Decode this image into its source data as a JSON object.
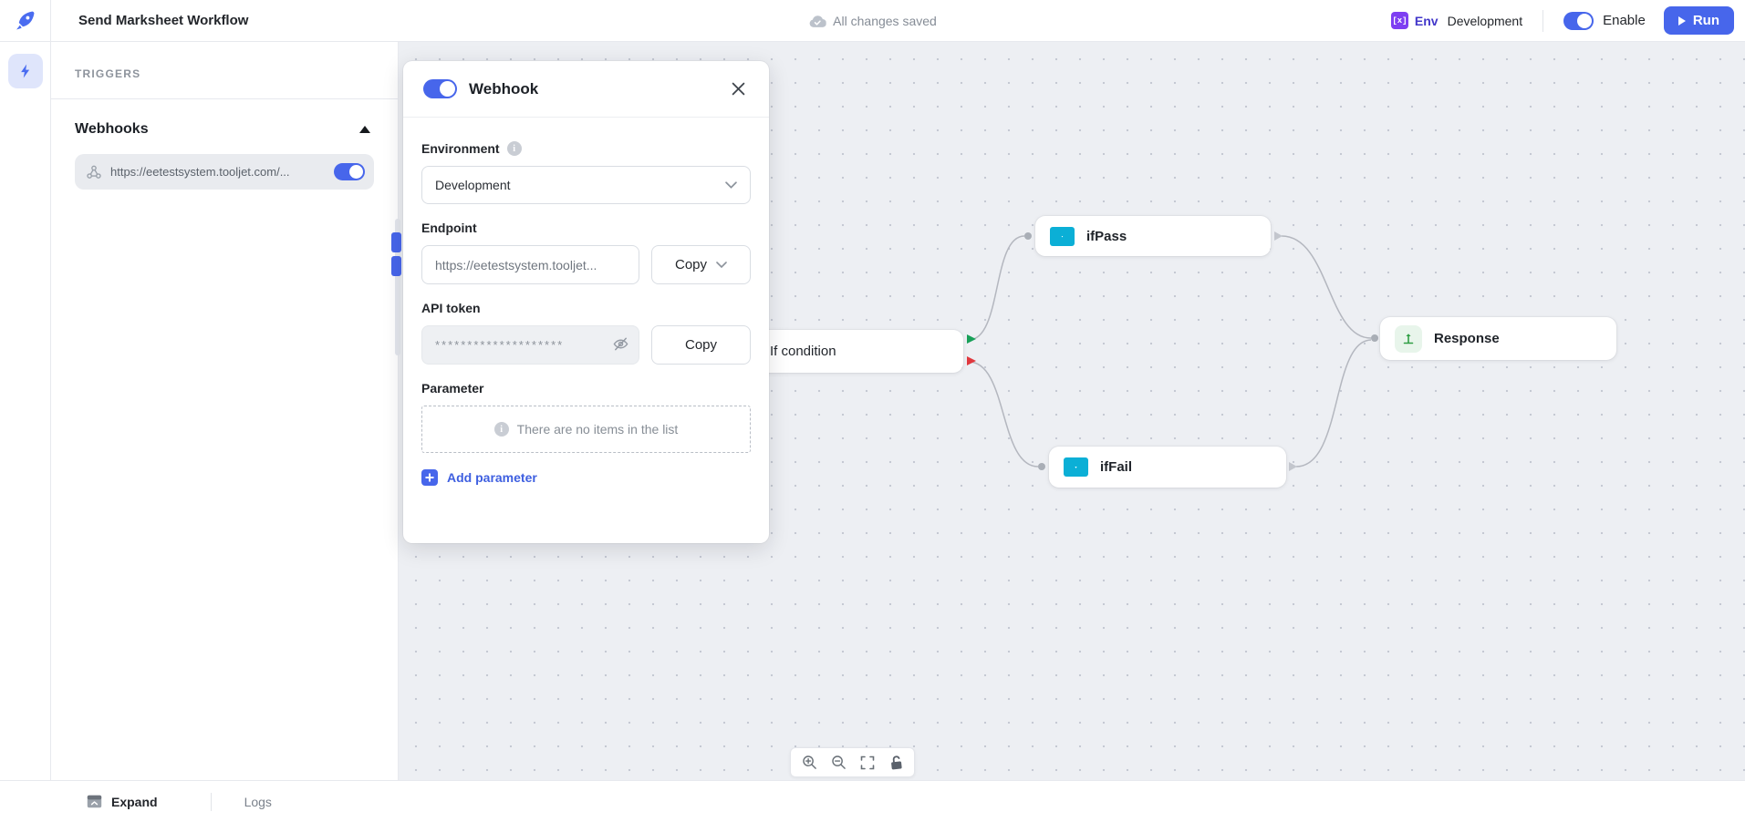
{
  "header": {
    "title": "Send Marksheet Workflow",
    "save_status": "All changes saved",
    "env": {
      "icon_text": "[x]",
      "label": "Env",
      "value": "Development"
    },
    "enable_label": "Enable",
    "run_label": "Run"
  },
  "sidebar": {
    "section_title": "TRIGGERS",
    "group_title": "Webhooks",
    "webhook_url": "https://eetestsystem.tooljet.com/..."
  },
  "modal": {
    "title": "Webhook",
    "environment": {
      "label": "Environment",
      "value": "Development"
    },
    "endpoint": {
      "label": "Endpoint",
      "value": "https://eetestsystem.tooljet...",
      "copy_label": "Copy"
    },
    "api_token": {
      "label": "API token",
      "value": "********************",
      "copy_label": "Copy"
    },
    "parameter": {
      "label": "Parameter",
      "empty_text": "There are no items in the list",
      "add_label": "Add parameter"
    }
  },
  "canvas": {
    "nodes": [
      {
        "id": "if-condition",
        "label": "If condition",
        "type": "condition"
      },
      {
        "id": "ifPass",
        "label": "ifPass",
        "type": "email"
      },
      {
        "id": "ifFail",
        "label": "ifFail",
        "type": "email"
      },
      {
        "id": "response",
        "label": "Response",
        "type": "response"
      }
    ]
  },
  "bottombar": {
    "expand_label": "Expand",
    "logs_label": "Logs"
  },
  "colors": {
    "accent": "#4766eb",
    "envelope-cyan": "#0bafd6",
    "response-green": "#2f9e44",
    "port-green": "#18a058",
    "port-red": "#e0383e",
    "env-purple": "#7e3ff2"
  }
}
